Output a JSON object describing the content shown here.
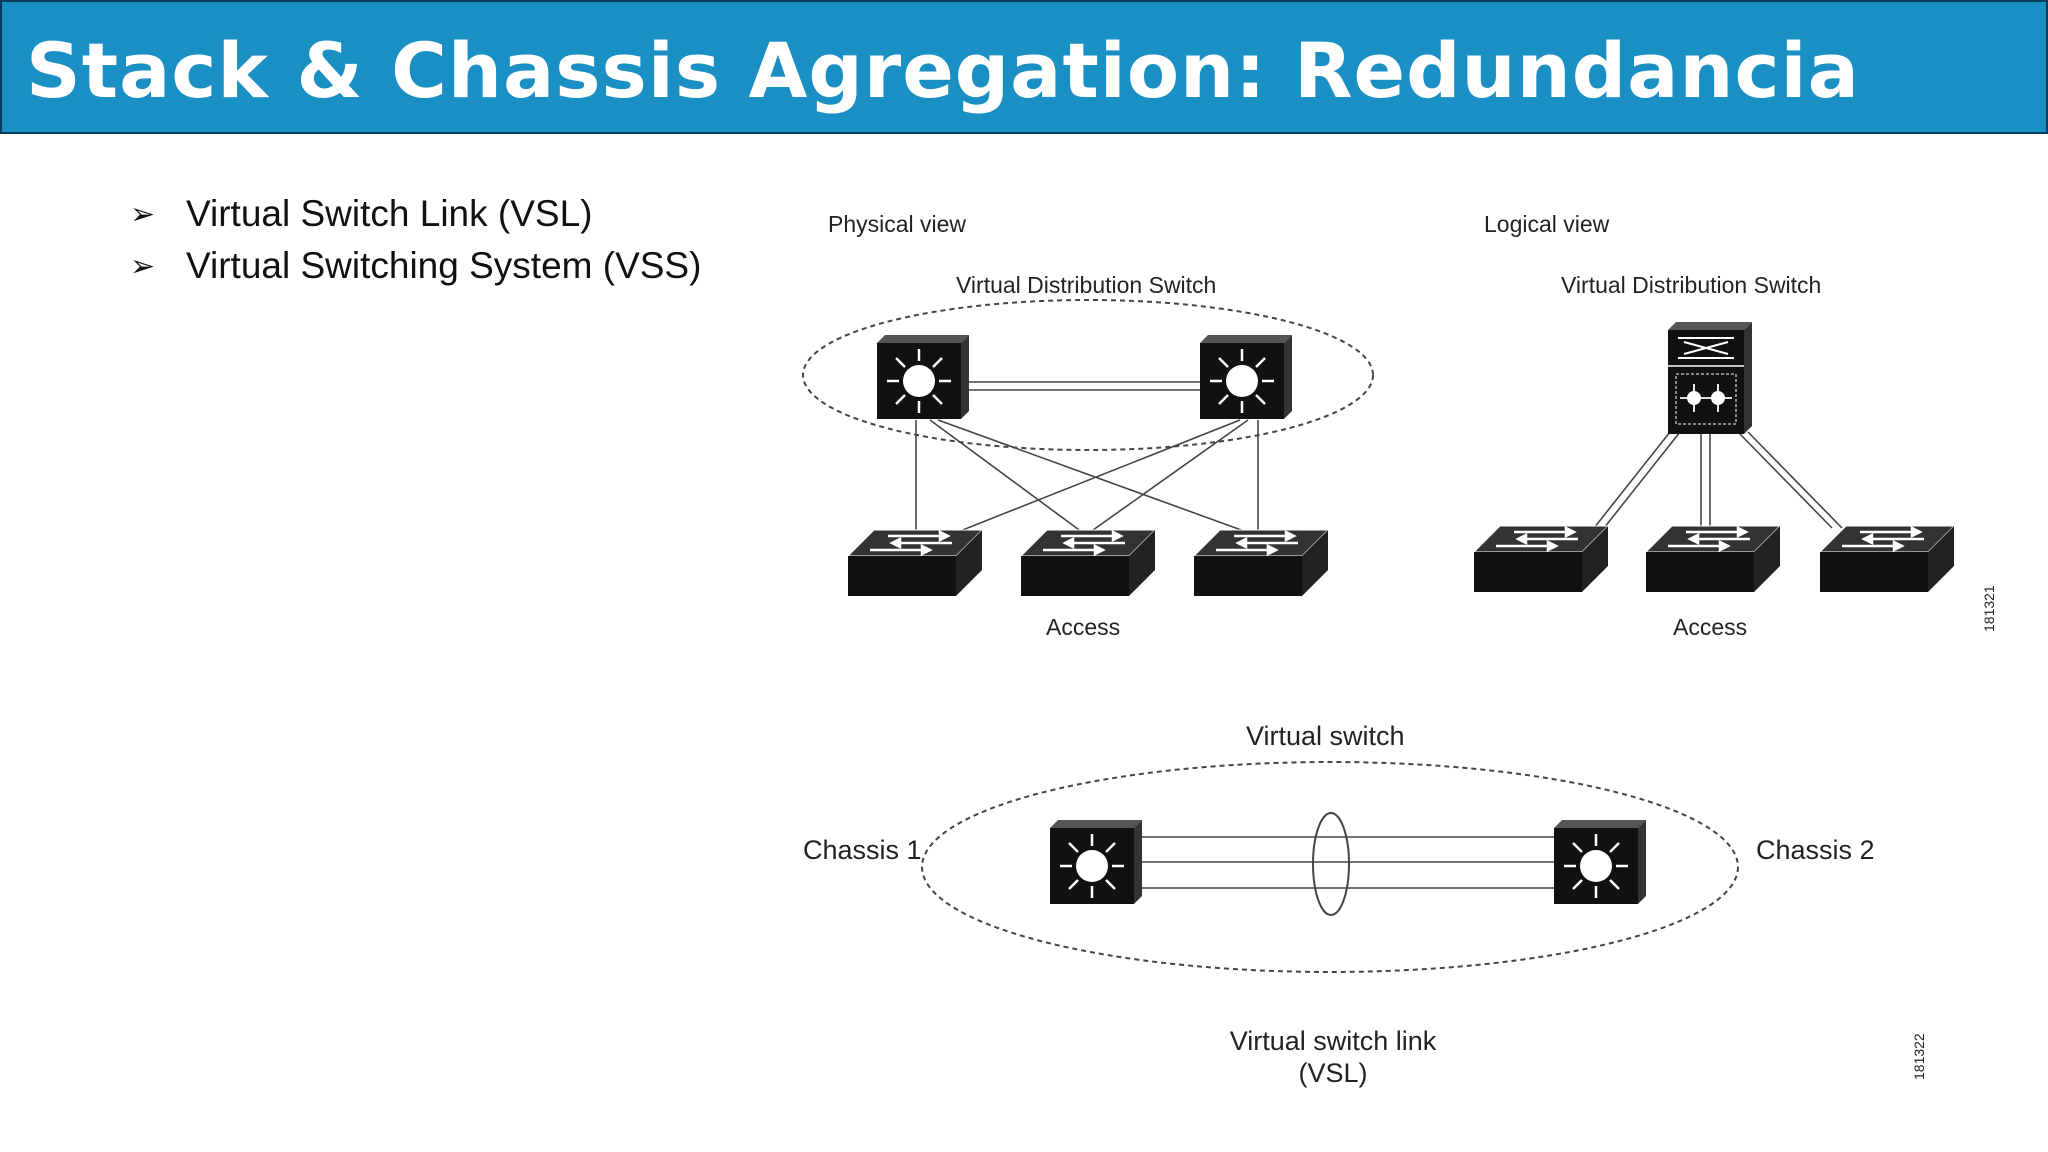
{
  "slide": {
    "title": "Stack & Chassis Agregation: Redundancia",
    "bullets": [
      {
        "marker": "➢",
        "text": "Virtual Switch Link (VSL)"
      },
      {
        "marker": "➢",
        "text": "Virtual Switching System (VSS)"
      }
    ]
  },
  "diagram_top": {
    "physical_label": "Physical view",
    "logical_label": "Logical view",
    "physical_switch_label": "Virtual Distribution Switch",
    "logical_switch_label": "Virtual Distribution Switch",
    "physical_access_label": "Access",
    "logical_access_label": "Access",
    "figure_id": "181321"
  },
  "diagram_bottom": {
    "virtual_switch_label": "Virtual switch",
    "chassis1_label": "Chassis 1",
    "chassis2_label": "Chassis 2",
    "vsl_label_line1": "Virtual switch link",
    "vsl_label_line2": "(VSL)",
    "figure_id": "181322"
  },
  "colors": {
    "title_bar": "#1a8fc3",
    "title_text": "#ffffff",
    "device": "#111111"
  }
}
